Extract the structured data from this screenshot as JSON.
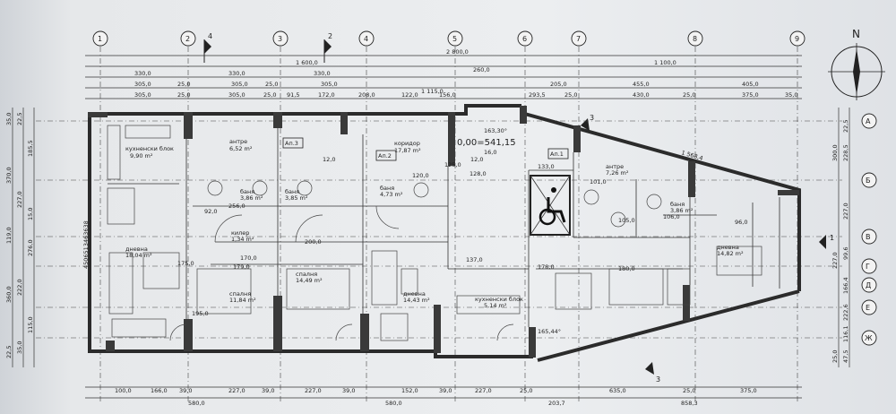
{
  "axes_top": [
    "1",
    "2",
    "3",
    "4",
    "5",
    "6",
    "7",
    "8",
    "9"
  ],
  "axes_right": [
    "А",
    "Б",
    "В",
    "Г",
    "Д",
    "Е",
    "Ж"
  ],
  "section_marks": [
    "4",
    "2",
    "1",
    "3",
    "3"
  ],
  "compass": "N",
  "dims_row1": [
    "1 600,0",
    "2 800,0",
    "1 100,0"
  ],
  "dims_row2": [
    "330,0",
    "330,0",
    "330,0",
    "260,0"
  ],
  "dims_row3": [
    "305,0",
    "25,0",
    "305,0",
    "25,0",
    "305,0",
    "1 115,0",
    "205,0",
    "455,0",
    "405,0"
  ],
  "dims_row4": [
    "305,0",
    "25,0",
    "305,0",
    "25,0",
    "91,5",
    "172,0",
    "208,0",
    "122,0",
    "156,0",
    "293,5",
    "25,0",
    "430,0",
    "25,0",
    "375,0",
    "35,0"
  ],
  "dims_bottom1": [
    "100,0",
    "166,0",
    "39,0",
    "227,0",
    "39,0",
    "227,0",
    "39,0",
    "152,0",
    "39,0",
    "227,0",
    "25,0",
    "635,0",
    "25,0",
    "375,0"
  ],
  "dims_bottom2": [
    "580,0",
    "580,0",
    "203,7",
    "858,3"
  ],
  "dims_left": [
    "35,0",
    "22,5",
    "185,5",
    "370,0",
    "227,0",
    "15,0",
    "119,0",
    "276,0",
    "360,0",
    "222,0",
    "115,0",
    "35,0",
    "22,5"
  ],
  "dims_right": [
    "300,0",
    "22,5",
    "228,5",
    "227,0",
    "227,0",
    "99,6",
    "166,4",
    "222,6",
    "116,1",
    "25,0",
    "47,5"
  ],
  "elevation": "0,00=541,15",
  "apartments": [
    "Ап.3",
    "Ап.2",
    "Ап.1"
  ],
  "rooms": [
    {
      "label": "кухненски блок",
      "area": "9,90 m²"
    },
    {
      "label": "антре",
      "area": "6,52 m²"
    },
    {
      "label": "коридор",
      "area": "17,87 m²"
    },
    {
      "label": "баня",
      "area": "3,86 m²"
    },
    {
      "label": "баня",
      "area": "3,85 m²"
    },
    {
      "label": "килер",
      "area": "1,34 m²"
    },
    {
      "label": "баня",
      "area": "4,73 m²"
    },
    {
      "label": "дневна",
      "area": "18,04 m²"
    },
    {
      "label": "спалня",
      "area": "11,84 m²"
    },
    {
      "label": "спалня",
      "area": "14,49 m²"
    },
    {
      "label": "дневна",
      "area": "14,43 m²"
    },
    {
      "label": "кухненски блок",
      "area": "5,14 m²"
    },
    {
      "label": "дневна",
      "area": "14,82 m²"
    },
    {
      "label": "антре",
      "area": "7,26 m²"
    },
    {
      "label": "баня",
      "area": "3,86 m²"
    }
  ],
  "misc_labels": [
    "163,30°",
    "165,44°",
    "1 568,4",
    "16,0",
    "12,0",
    "12,0",
    "92,0",
    "256,0",
    "200,0",
    "179,0",
    "170,0",
    "120,0",
    "125,0",
    "128,0",
    "133,0",
    "101,0",
    "137,0",
    "178,0",
    "105,0",
    "106,0",
    "96,0",
    "180,0",
    "175,0",
    "195,0"
  ],
  "side_code": "4506513463638"
}
